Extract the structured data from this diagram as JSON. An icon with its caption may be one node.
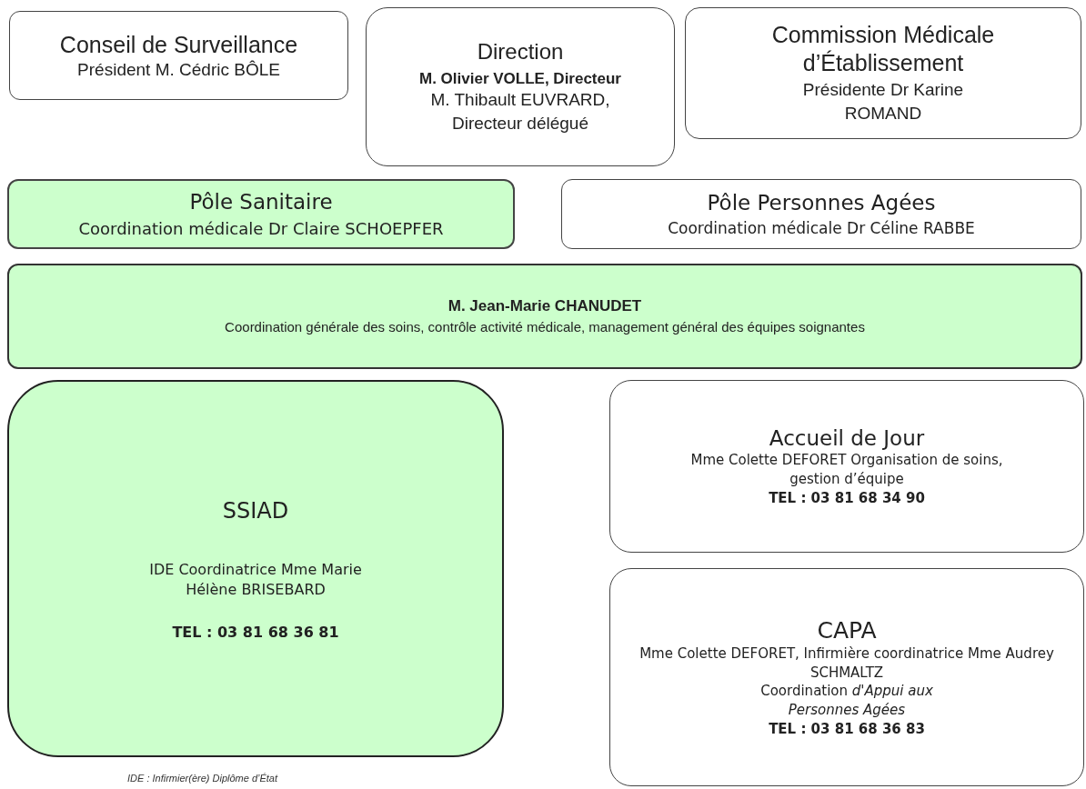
{
  "diagram": {
    "nodes": [
      {
        "text": [
          "Conseil de Surveillance",
          "Président M. Cédric BÔLE"
        ]
      },
      {
        "text": [
          "Direction",
          "M. Olivier VOLLE, Directeur",
          "M. Thibault EUVRARD, Directeur délégué"
        ]
      },
      {
        "text": [
          "Commission Médicale d’Établissement",
          "Présidente Dr Karine ROMAND"
        ]
      },
      {
        "text": [
          "Pôle Sanitaire",
          "Coordination médicale Dr Claire SCHOEPFER"
        ]
      },
      {
        "text": [
          "Pôle Personnes Agées",
          "Coordination médicale Dr Céline RABBE"
        ]
      },
      {
        "text": [
          "M. Jean-Marie CHANUDET",
          "Coordination générale des soins, contrôle activité médicale, management général des équipes soignantes"
        ]
      },
      {
        "text": [
          "SSIAD",
          "IDE Coordinatrice Mme Marie Hélène BRISEBARD",
          "TEL : 03 81 68 36 81"
        ]
      },
      {
        "text": [
          "Accueil de Jour",
          "Mme Colette DEFORET Organisation de soins, gestion d’équipe",
          "TEL : 03 81 68 34 90"
        ]
      },
      {
        "text": [
          "CAPA",
          "Mme Colette DEFORET, Infirmière coordinatrice Mme Audrey SCHMALTZ",
          "Coordination *d'Appui aux Personnes Agées*",
          "TEL : 03 81 68 36 83"
        ]
      }
    ],
    "labels": [
      "IDE : Infirmier(ère) Diplôme d’État"
    ]
  }
}
